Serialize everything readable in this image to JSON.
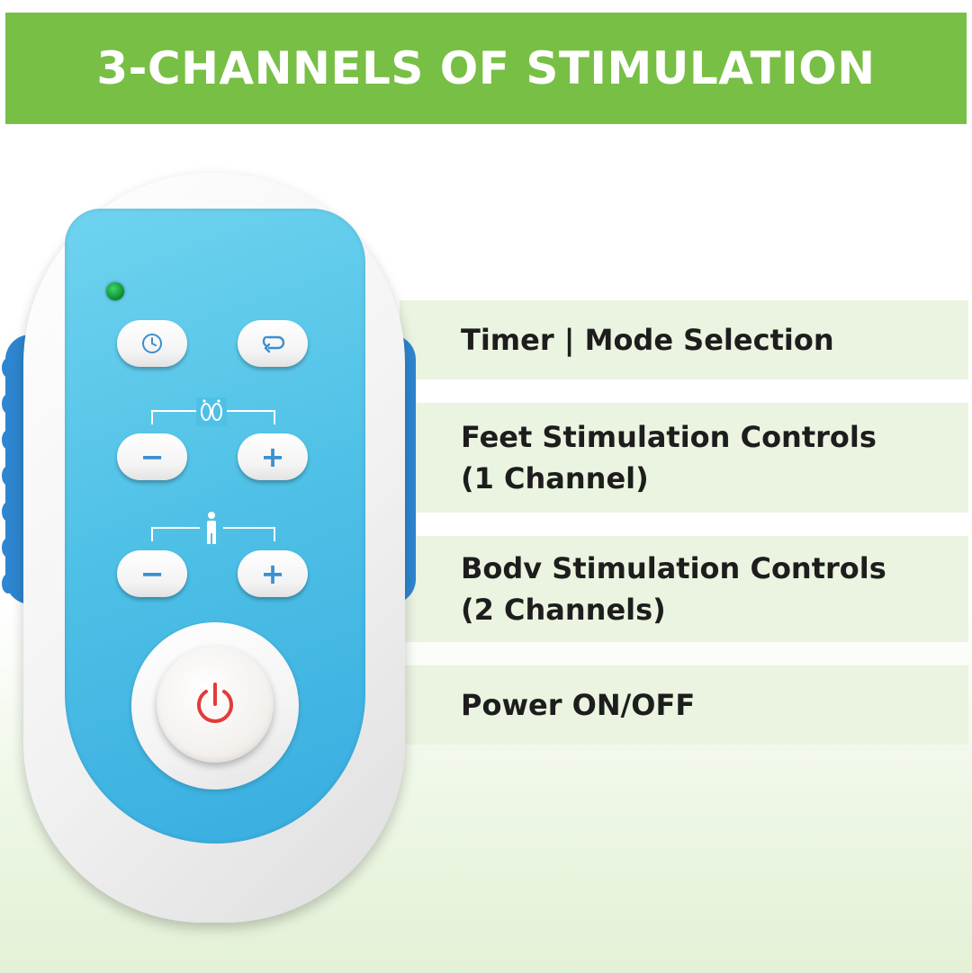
{
  "banner": {
    "title": "3-CHANNELS OF STIMULATION",
    "color": "#78bf45"
  },
  "labels": [
    {
      "lines": [
        "Timer | Mode Selection"
      ]
    },
    {
      "lines": [
        "Feet Stimulation Controls",
        "(1 Channel)"
      ]
    },
    {
      "lines": [
        "Bodv Stimulation Controls",
        "(2 Channels)"
      ]
    },
    {
      "lines": [
        "Power ON/OFF"
      ]
    }
  ],
  "remote": {
    "buttons": {
      "timer_icon": "clock-icon",
      "mode_icon": "mode-cycle-icon",
      "feet_minus": "−",
      "feet_plus": "+",
      "body_minus": "−",
      "body_plus": "+",
      "power_icon": "power-icon"
    },
    "colors": {
      "panel": "#4ec0e6",
      "grip": "#2e86d0",
      "icon": "#3a8fd1",
      "power_symbol": "#e23b3b",
      "led": "#0b8a2c"
    }
  }
}
